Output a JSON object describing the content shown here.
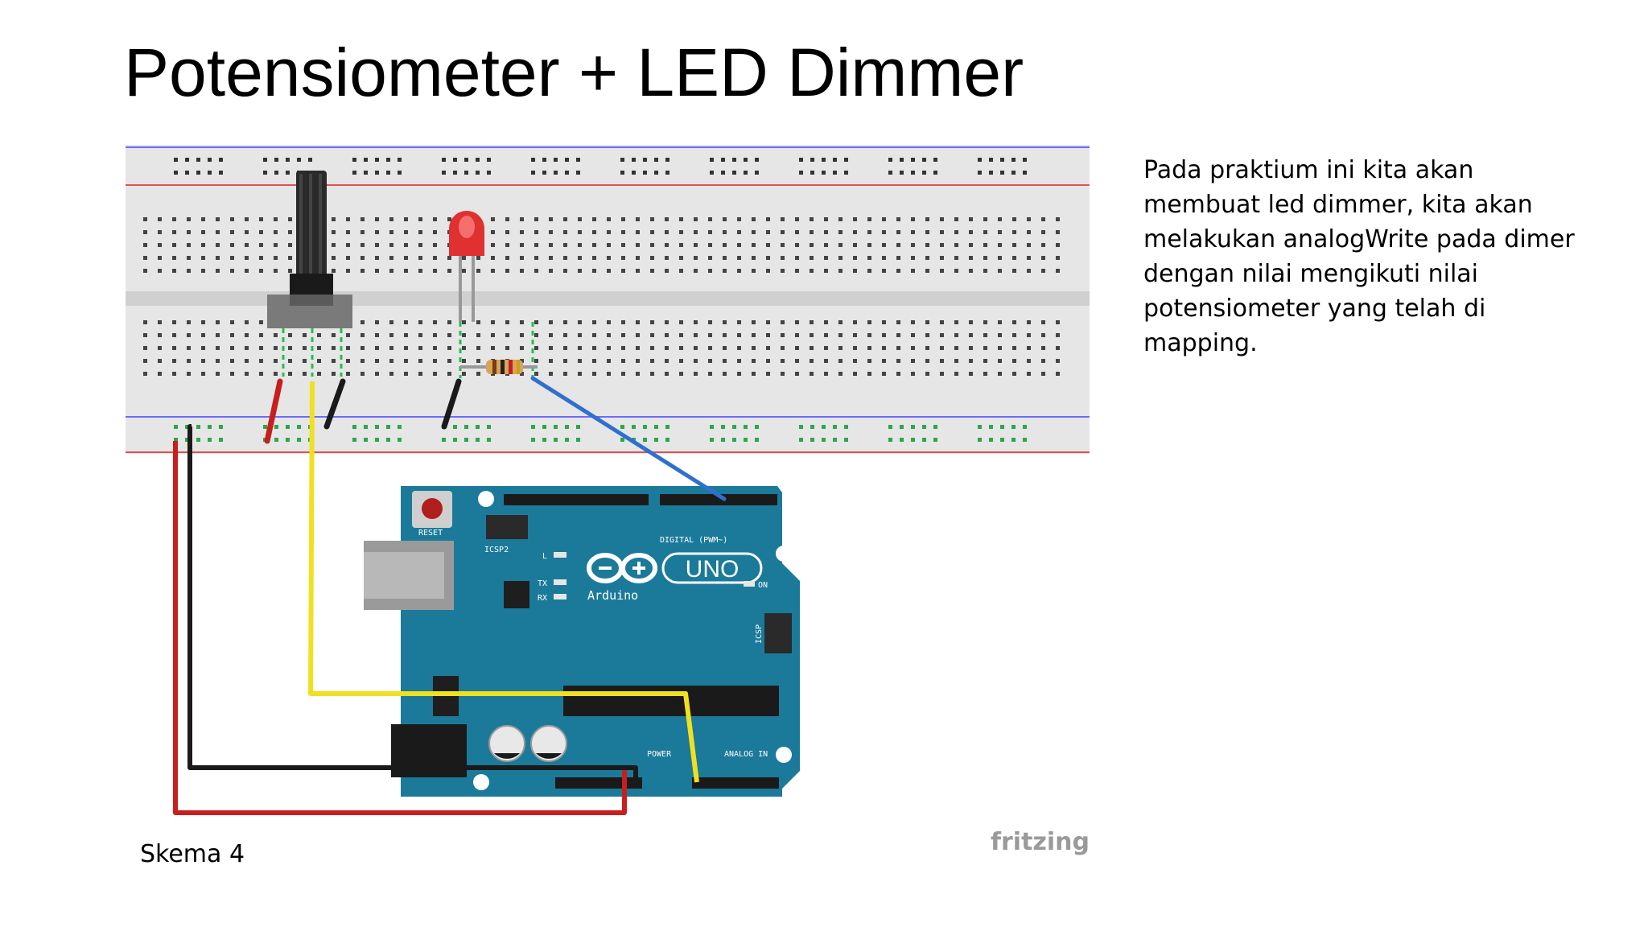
{
  "slide": {
    "title": "Potensiometer + LED Dimmer",
    "description": "Pada praktium ini kita akan membuat led dimmer, kita akan melakukan analogWrite pada dimer dengan nilai mengikuti nilai potensiometer yang telah di mapping.",
    "caption": "Skema 4"
  },
  "diagram": {
    "watermark": "fritzing",
    "board": {
      "logo_text": "UNO",
      "brand": "Arduino",
      "reset_label": "RESET",
      "icsp2_label": "ICSP2",
      "icsp_label": "ICSP",
      "digital_label": "DIGITAL (PWM~)",
      "power_label": "POWER",
      "analog_label": "ANALOG IN",
      "led_l_label": "L",
      "tx_label": "TX",
      "rx_label": "RX",
      "on_label": "ON"
    },
    "colors": {
      "breadboard": "#e6e6e6",
      "board": "#1b7a9a",
      "wire_red": "#c81e1e",
      "wire_black": "#1a1a1a",
      "wire_yellow": "#f0e020",
      "wire_blue": "#2f6fd0",
      "led": "#e03030"
    }
  }
}
